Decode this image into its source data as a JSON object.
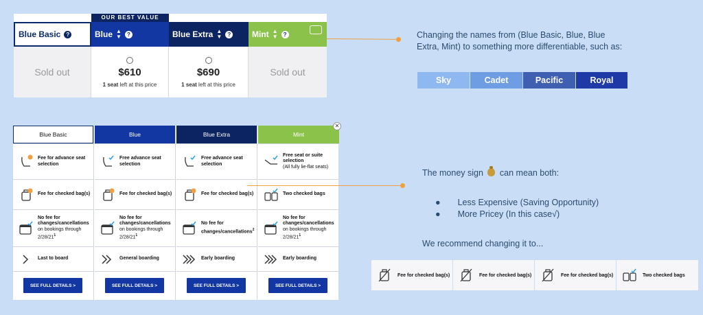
{
  "fare_selector": {
    "best_value_banner": "OUR BEST VALUE",
    "fares": [
      {
        "name": "Blue Basic",
        "status": "Sold out"
      },
      {
        "name": "Blue",
        "price": "$610",
        "seats_bold": "1 seat",
        "seats_rest": " left at this price"
      },
      {
        "name": "Blue Extra",
        "price": "$690",
        "seats_bold": "1 seat",
        "seats_rest": " left at this price"
      },
      {
        "name": "Mint",
        "status": "Sold out"
      }
    ]
  },
  "note_names": {
    "text": "Changing the names from (Blue Basic, Blue, Blue Extra, Mint) to something more differentiable, such as:",
    "tags": [
      "Sky",
      "Cadet",
      "Pacific",
      "Royal"
    ],
    "tag_colors": [
      "#8fb8f0",
      "#6e9de3",
      "#3f5fb0",
      "#1d3aa6"
    ]
  },
  "comparison": {
    "columns": [
      {
        "header": "Blue Basic",
        "color": "#ffffff",
        "text_color": "#111111",
        "rows": [
          {
            "icon": "seat-fee-icon",
            "text": "Fee for advance seat selection"
          },
          {
            "icon": "bag-fee-icon",
            "text": "Fee for checked bag(s)"
          },
          {
            "icon": "calendar-check-icon",
            "text": "No fee for changes/cancellations",
            "sub": "on bookings through 2/28/21",
            "sup": "1"
          },
          {
            "icon": "boarding-single-chevron-icon",
            "text": "Last to board"
          }
        ],
        "button": "SEE FULL DETAILS >"
      },
      {
        "header": "Blue",
        "color": "#1237a3",
        "text_color": "#ffffff",
        "rows": [
          {
            "icon": "seat-check-icon",
            "text": "Free advance seat selection"
          },
          {
            "icon": "bag-fee-icon",
            "text": "Fee for checked bag(s)"
          },
          {
            "icon": "calendar-check-icon",
            "text": "No fee for changes/cancellations",
            "sub": "on bookings through 2/28/21",
            "sup": "1"
          },
          {
            "icon": "boarding-double-chevron-icon",
            "text": "General boarding"
          }
        ],
        "button": "SEE FULL DETAILS >"
      },
      {
        "header": "Blue Extra",
        "color": "#0c2462",
        "text_color": "#ffffff",
        "rows": [
          {
            "icon": "seat-check-icon",
            "text": "Free advance seat selection"
          },
          {
            "icon": "bag-fee-icon",
            "text": "Fee for checked bag(s)"
          },
          {
            "icon": "calendar-check-icon",
            "text": "No fee for changes/cancellations",
            "sup": "2"
          },
          {
            "icon": "boarding-triple-chevron-icon",
            "text": "Early boarding"
          }
        ],
        "button": "SEE FULL DETAILS >"
      },
      {
        "header": "Mint",
        "color": "#8bc34a",
        "text_color": "#ffffff",
        "rows": [
          {
            "icon": "lie-flat-seat-icon",
            "text": "Free seat or suite selection",
            "sub": "(All fully lie-flat seats)"
          },
          {
            "icon": "two-bags-icon",
            "text": "Two checked bags"
          },
          {
            "icon": "calendar-check-icon",
            "text": "No fee for changes/cancellations",
            "sub": "on bookings through 2/28/21",
            "sup": "1"
          },
          {
            "icon": "boarding-triple-chevron-icon",
            "text": "Early boarding"
          }
        ],
        "button": "SEE FULL DETAILS >"
      }
    ]
  },
  "note_money": {
    "intro": "The money sign",
    "intro_after": "can mean both:",
    "bullets": [
      "Less Expensive (Saving Opportunity)",
      "More Pricey (In this case√)"
    ],
    "recommend": "We recommend changing it to..."
  },
  "recommendation": [
    {
      "icon": "bag-crossed-icon",
      "text": "Fee for checked bag(s)"
    },
    {
      "icon": "bag-crossed-icon",
      "text": "Fee for checked bag(s)"
    },
    {
      "icon": "bag-crossed-icon",
      "text": "Fee for checked bag(s)"
    },
    {
      "icon": "two-bags-icon",
      "text": "Two checked bags"
    }
  ]
}
